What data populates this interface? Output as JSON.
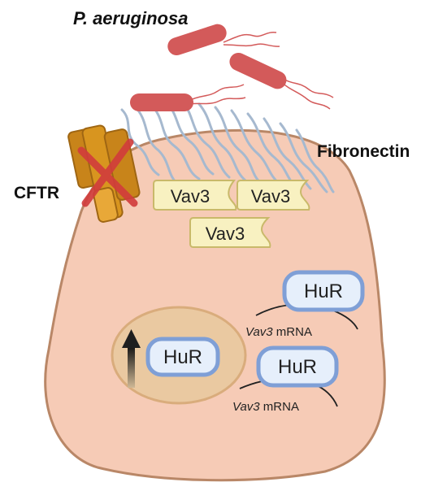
{
  "labels": {
    "bacterium": "P. aeruginosa",
    "fibronectin": "Fibronectin",
    "cftr": "CFTR"
  },
  "vav3": [
    "Vav3",
    "Vav3",
    "Vav3"
  ],
  "hur": [
    "HuR",
    "HuR",
    "HuR"
  ],
  "mrna": [
    {
      "gene": "Vav3",
      "suffix": " mRNA"
    },
    {
      "gene": "Vav3",
      "suffix": " mRNA"
    }
  ],
  "colors": {
    "cell_fill": "#f6cbb6",
    "cell_stroke": "#b98767",
    "nucleus_fill": "#eac9a1",
    "nucleus_stroke": "#d9ac7c",
    "bacteria": "#d35a5a",
    "fibronectin": "#a6b9cf",
    "vav3_fill": "#f8f1c1",
    "vav3_stroke": "#c9b96a",
    "hur_fill": "#e6effb",
    "hur_stroke": "#7f9fd6",
    "cftr": "#d28a1b",
    "cross": "#d13c3c",
    "arrow": "#1f1f1f"
  },
  "icons": [
    "bacterium-icon",
    "cftr-channel-icon",
    "cross-icon",
    "up-arrow-icon"
  ]
}
